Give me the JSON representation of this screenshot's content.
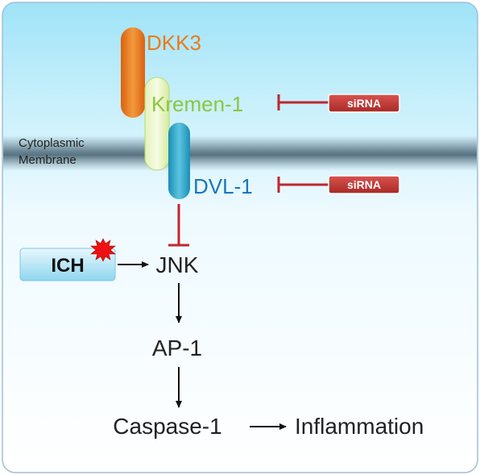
{
  "proteins": {
    "dkk3": "DKK3",
    "kremen1": "Kremen-1",
    "dvl1": "DVL-1"
  },
  "membrane": {
    "line1": "Cytoplasmic",
    "line2": "Membrane"
  },
  "inhibitors": {
    "sirna_top": "siRNA",
    "sirna_bottom": "siRNA"
  },
  "pathway": {
    "ich": "ICH",
    "jnk": "JNK",
    "ap1": "AP-1",
    "caspase1": "Caspase-1",
    "inflammation": "Inflammation"
  },
  "colors": {
    "dkk3": "#E97B1F",
    "kremen1": "#8CC63F",
    "dvl1": "#1B75BB",
    "sirna_fill": "#C0392B",
    "inhibit_line": "#C0272D",
    "text": "#222222"
  }
}
